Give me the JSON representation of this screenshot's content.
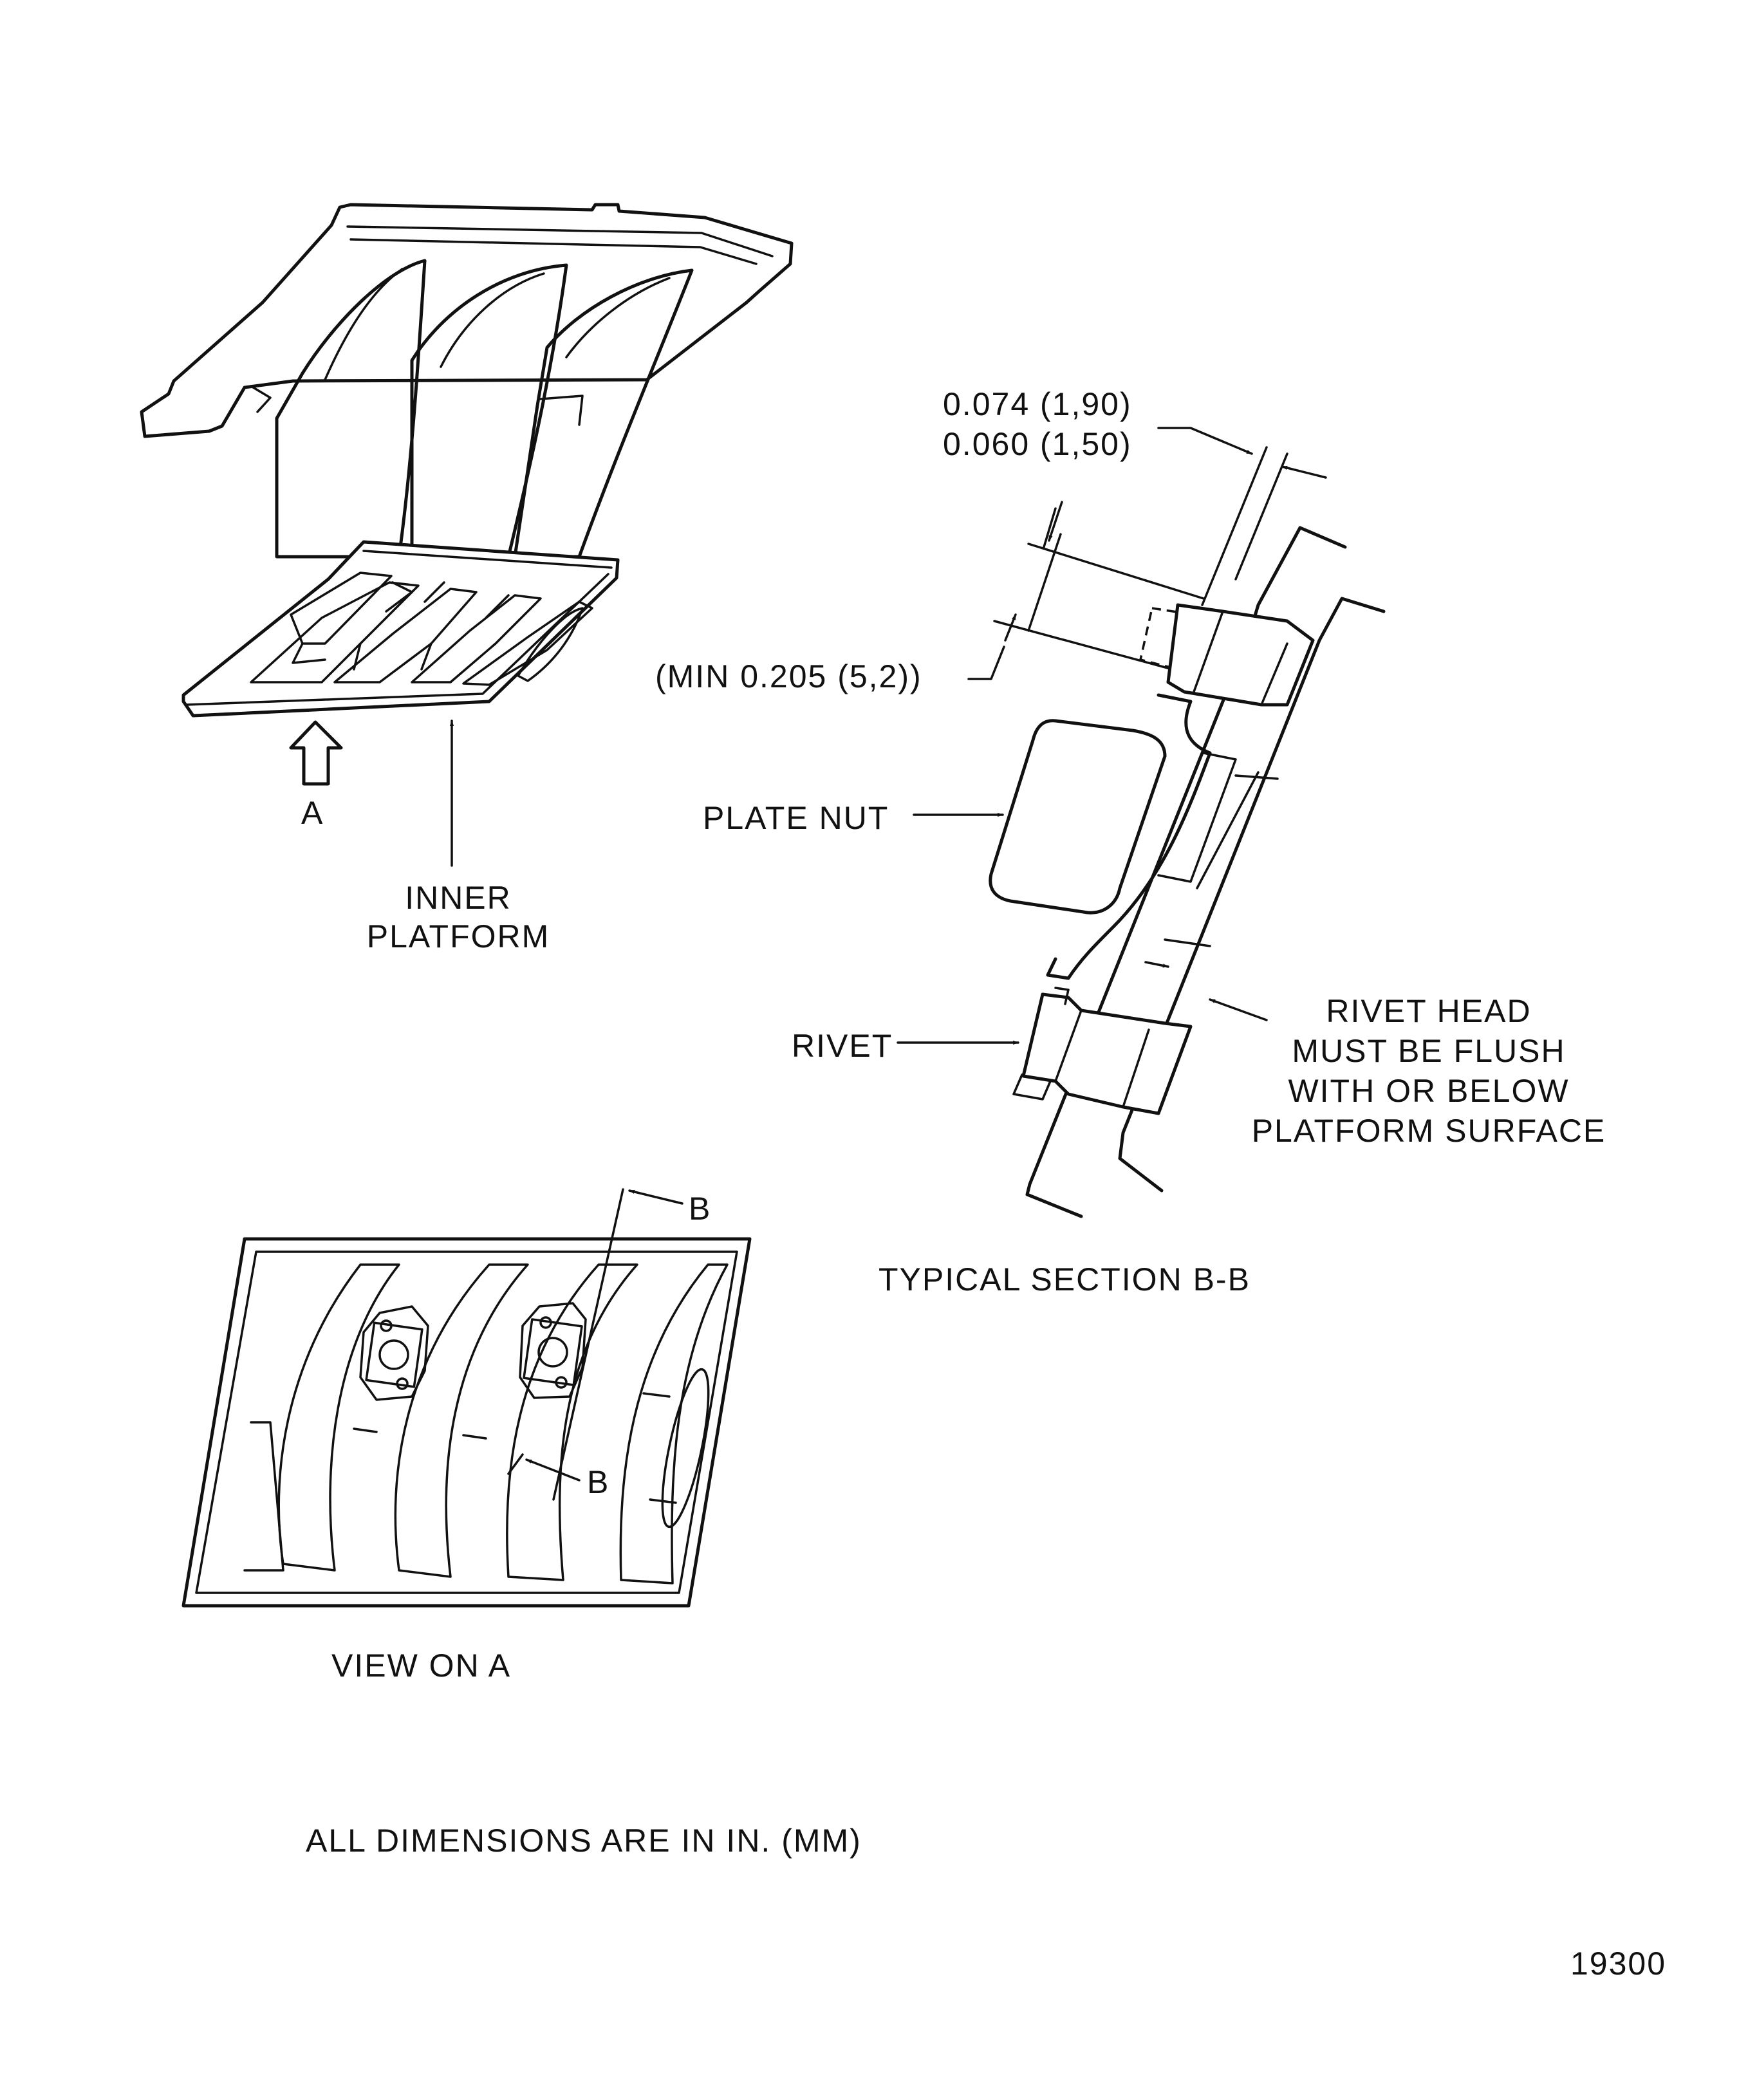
{
  "labels": {
    "dim_upper": "0.074 (1,90)",
    "dim_lower": "0.060 (1,50)",
    "min_dim": "(MIN 0.205 (5,2))",
    "plate_nut": "PLATE NUT",
    "rivet": "RIVET",
    "rivet_note": [
      "RIVET HEAD",
      "MUST BE FLUSH",
      "WITH OR BELOW",
      "PLATFORM SURFACE"
    ],
    "view_arrow": "A",
    "inner_platform": [
      "INNER",
      "PLATFORM"
    ],
    "section_title": "TYPICAL SECTION B-B",
    "section_marker_top": "B",
    "section_marker_bottom": "B",
    "view_title": "VIEW ON A",
    "units_note": "ALL DIMENSIONS ARE IN IN. (MM)",
    "figure_number": "19300"
  }
}
